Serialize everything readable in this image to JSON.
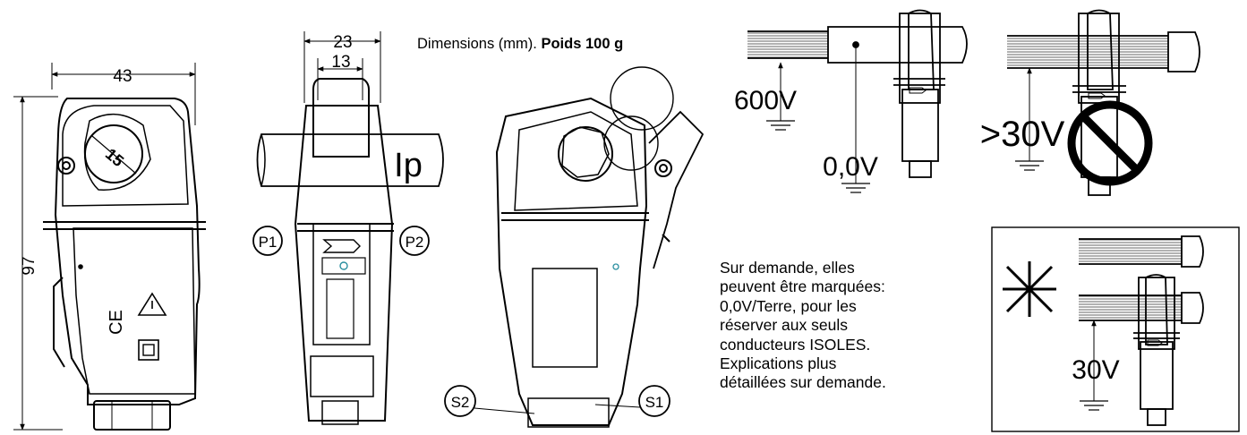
{
  "header": {
    "dimensions_text": "Dimensions (mm).",
    "weight_text": "Poids 100 g"
  },
  "dimensions": {
    "width_front": "43",
    "height": "97",
    "jaw_diameter": "15",
    "width_top": "23",
    "width_inner": "13"
  },
  "labels": {
    "current": "Ip",
    "p1": "P1",
    "p2": "P2",
    "s1": "S1",
    "s2": "S2"
  },
  "diagram_voltages": {
    "v600": "600V",
    "v0": "0,0V",
    "gt30": ">30V",
    "v30": "30V"
  },
  "note_lines": [
    "Sur demande, elles",
    "peuvent être marquées:",
    "0,0V/Terre, pour les",
    "réserver aux seuls",
    "conducteurs ISOLES.",
    "Explications plus",
    "détaillées sur demande."
  ],
  "marks": {
    "ce": "CE"
  }
}
